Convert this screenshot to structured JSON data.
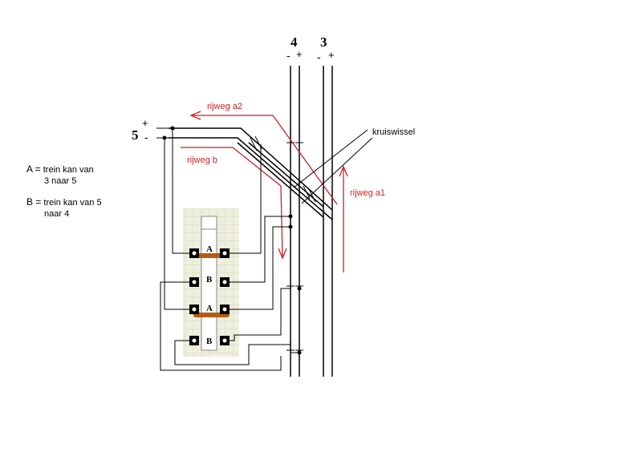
{
  "track_labels": {
    "track4": "4",
    "track3": "3",
    "track5": "5",
    "minus": "-",
    "plus": "+"
  },
  "routes": {
    "a2": "rijweg a2",
    "b": "rijweg b",
    "a1": "rijweg a1"
  },
  "annotation": {
    "kruiswissel": "kruiswissel"
  },
  "switch_panel": {
    "label_a": "A",
    "label_b": "B"
  },
  "legend": {
    "a_key": "A =",
    "a_line1": "trein kan van",
    "a_line2": "3 naar 5",
    "b_key": "B =",
    "b_line1": "trein kan van 5",
    "b_line2": "naar 4"
  },
  "colors": {
    "wire": "#000000",
    "route": "#cc2222",
    "lever": "#b35a14",
    "panel": "#eeeedd"
  }
}
